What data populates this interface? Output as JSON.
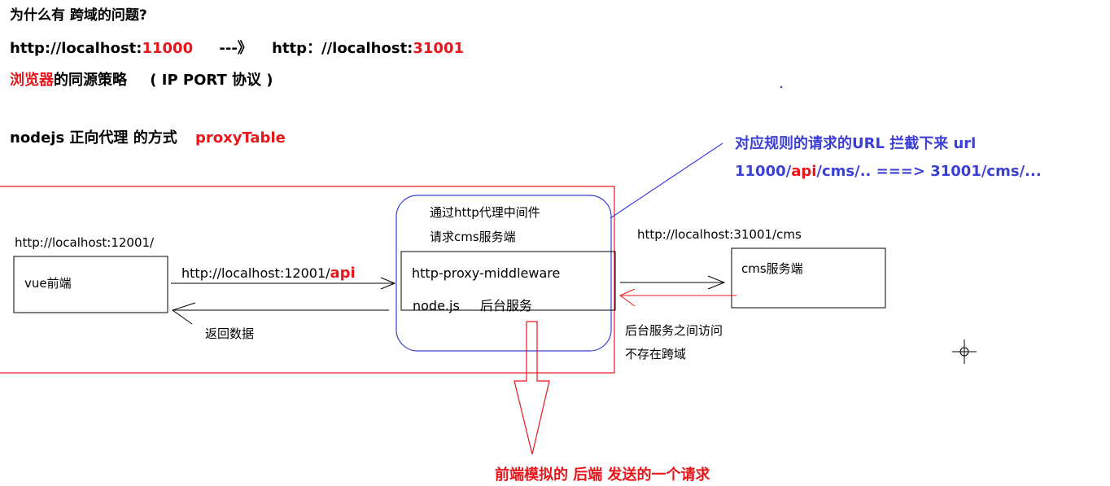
{
  "heading": {
    "question": "为什么有 跨域的问题?",
    "url_line": {
      "left_prefix": "http://localhost:",
      "left_port": "11000",
      "arrow": "---》",
      "right_prefix": "http：//localhost:",
      "right_port": "31001"
    },
    "policy_line": {
      "browser": "浏览器",
      "rest": "的同源策略",
      "items": "(  IP  PORT  协议  )"
    },
    "proxy_line": {
      "prefix": "nodejs 正向代理  的方式",
      "keyword": "proxyTable"
    }
  },
  "rule_note": {
    "line1": "对应规则的请求的URL 拦截下来  url",
    "line2_a": "11000/",
    "line2_api": "api",
    "line2_b": "/cms/..   ===>  31001/cms/..."
  },
  "diagram": {
    "frontend_url": "http://localhost:12001/",
    "frontend_box": "vue前端",
    "request_url_prefix": "http://localhost:12001/",
    "request_url_api": "api",
    "return_label": "返回数据",
    "middleware_note_line1": "通过http代理中间件",
    "middleware_note_line2": "请求cms服务端",
    "middleware_name": "http-proxy-middleware",
    "node_label": "node.js",
    "node_service": "后台服务",
    "cms_url": "http://localhost:31001/cms",
    "cms_box": "cms服务端",
    "backend_note_line1": "后台服务之间访问",
    "backend_note_line2": "不存在跨域",
    "bottom_note": "前端模拟的 后端 发送的一个请求"
  }
}
